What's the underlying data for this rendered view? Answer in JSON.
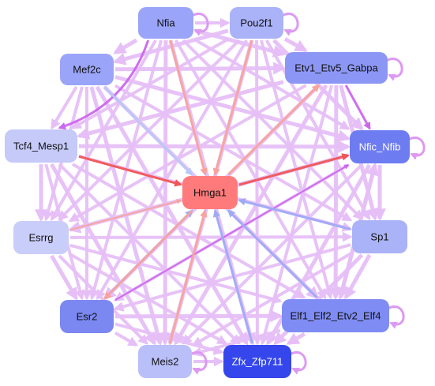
{
  "nodes": [
    {
      "id": "nfia",
      "label": "Nfia",
      "fill": "#9aa4f8",
      "text": "#111111"
    },
    {
      "id": "pou2f1",
      "label": "Pou2f1",
      "fill": "#aab2f8",
      "text": "#111111"
    },
    {
      "id": "mef2c",
      "label": "Mef2c",
      "fill": "#9aa4f8",
      "text": "#111111"
    },
    {
      "id": "etv",
      "label": "Etv1_Etv5_Gabpa",
      "fill": "#8c97f5",
      "text": "#111111"
    },
    {
      "id": "tcf4",
      "label": "Tcf4_Mesp1",
      "fill": "#c5caf9",
      "text": "#111111"
    },
    {
      "id": "nfic",
      "label": "Nfic_Nfib",
      "fill": "#6e7cf2",
      "text": "#ffffff"
    },
    {
      "id": "hmga1",
      "label": "Hmga1",
      "fill": "#ff7b7b",
      "text": "#111111"
    },
    {
      "id": "esrrg",
      "label": "Esrrg",
      "fill": "#c9cdf9",
      "text": "#111111"
    },
    {
      "id": "sp1",
      "label": "Sp1",
      "fill": "#aab2f8",
      "text": "#111111"
    },
    {
      "id": "esr2",
      "label": "Esr2",
      "fill": "#7b88f2",
      "text": "#111111"
    },
    {
      "id": "elf",
      "label": "Elf1_Elf2_Etv2_Elf4",
      "fill": "#7f8cf3",
      "text": "#111111"
    },
    {
      "id": "meis2",
      "label": "Meis2",
      "fill": "#b9bff8",
      "text": "#111111"
    },
    {
      "id": "zfx",
      "label": "Zfx_Zfp711",
      "fill": "#3547ec",
      "text": "#ffffff"
    }
  ],
  "colors": {
    "edge_default": "#e6bff7",
    "edge_strong": "#cc66ee",
    "edge_red": "#f05555",
    "edge_salmon": "#f7a39c",
    "edge_blue": "#9eaaf5",
    "edge_lightblue": "#b7c8f5",
    "self_loop": "#dd99f2"
  },
  "edges": [
    {
      "from": "tcf4",
      "to": "hmga1",
      "color": "edge_red",
      "width": 3
    },
    {
      "from": "hmga1",
      "to": "nfic",
      "color": "edge_red",
      "width": 3
    },
    {
      "from": "nfia",
      "to": "hmga1",
      "color": "edge_salmon",
      "width": 3
    },
    {
      "from": "pou2f1",
      "to": "hmga1",
      "color": "edge_salmon",
      "width": 3
    },
    {
      "from": "meis2",
      "to": "hmga1",
      "color": "edge_salmon",
      "width": 3
    },
    {
      "from": "esrrg",
      "to": "hmga1",
      "color": "edge_salmon",
      "width": 2
    },
    {
      "from": "hmga1",
      "to": "etv",
      "color": "edge_salmon",
      "width": 3
    },
    {
      "from": "hmga1",
      "to": "esr2",
      "color": "edge_salmon",
      "width": 3
    },
    {
      "from": "mef2c",
      "to": "hmga1",
      "color": "edge_lightblue",
      "width": 3
    },
    {
      "from": "sp1",
      "to": "hmga1",
      "color": "edge_blue",
      "width": 3
    },
    {
      "from": "zfx",
      "to": "hmga1",
      "color": "edge_blue",
      "width": 3
    },
    {
      "from": "elf",
      "to": "hmga1",
      "color": "edge_blue",
      "width": 3
    },
    {
      "from": "esr2",
      "to": "hmga1",
      "color": "edge_blue",
      "width": 3
    },
    {
      "from": "nfia",
      "to": "tcf4",
      "color": "edge_strong",
      "width": 3,
      "curve": -0.25
    },
    {
      "from": "nfia",
      "to": "mef2c",
      "color": "edge_default",
      "width": 5
    },
    {
      "from": "nfia",
      "to": "pou2f1",
      "color": "edge_default",
      "width": 4
    },
    {
      "from": "nfia",
      "to": "etv",
      "color": "edge_default",
      "width": 5
    },
    {
      "from": "nfia",
      "to": "nfic",
      "color": "edge_default",
      "width": 4
    },
    {
      "from": "nfia",
      "to": "sp1",
      "color": "edge_default",
      "width": 4
    },
    {
      "from": "nfia",
      "to": "elf",
      "color": "edge_default",
      "width": 4
    },
    {
      "from": "nfia",
      "to": "zfx",
      "color": "edge_default",
      "width": 5
    },
    {
      "from": "nfia",
      "to": "meis2",
      "color": "edge_default",
      "width": 5
    },
    {
      "from": "nfia",
      "to": "esr2",
      "color": "edge_default",
      "width": 4
    },
    {
      "from": "nfia",
      "to": "esrrg",
      "color": "edge_default",
      "width": 4
    },
    {
      "from": "pou2f1",
      "to": "mef2c",
      "color": "edge_default",
      "width": 5
    },
    {
      "from": "pou2f1",
      "to": "etv",
      "color": "edge_default",
      "width": 5
    },
    {
      "from": "pou2f1",
      "to": "nfic",
      "color": "edge_default",
      "width": 5
    },
    {
      "from": "pou2f1",
      "to": "tcf4",
      "color": "edge_default",
      "width": 4
    },
    {
      "from": "pou2f1",
      "to": "esrrg",
      "color": "edge_default",
      "width": 4
    },
    {
      "from": "pou2f1",
      "to": "esr2",
      "color": "edge_default",
      "width": 4
    },
    {
      "from": "pou2f1",
      "to": "meis2",
      "color": "edge_default",
      "width": 5
    },
    {
      "from": "pou2f1",
      "to": "zfx",
      "color": "edge_default",
      "width": 4
    },
    {
      "from": "pou2f1",
      "to": "elf",
      "color": "edge_default",
      "width": 4
    },
    {
      "from": "pou2f1",
      "to": "sp1",
      "color": "edge_default",
      "width": 4
    },
    {
      "from": "mef2c",
      "to": "tcf4",
      "color": "edge_default",
      "width": 4
    },
    {
      "from": "mef2c",
      "to": "etv",
      "color": "edge_default",
      "width": 5
    },
    {
      "from": "mef2c",
      "to": "nfic",
      "color": "edge_default",
      "width": 5
    },
    {
      "from": "mef2c",
      "to": "sp1",
      "color": "edge_default",
      "width": 4
    },
    {
      "from": "mef2c",
      "to": "elf",
      "color": "edge_default",
      "width": 5
    },
    {
      "from": "mef2c",
      "to": "zfx",
      "color": "edge_default",
      "width": 5
    },
    {
      "from": "mef2c",
      "to": "meis2",
      "color": "edge_default",
      "width": 5
    },
    {
      "from": "mef2c",
      "to": "esr2",
      "color": "edge_default",
      "width": 4
    },
    {
      "from": "mef2c",
      "to": "esrrg",
      "color": "edge_default",
      "width": 4
    },
    {
      "from": "etv",
      "to": "nfic",
      "color": "edge_strong",
      "width": 3
    },
    {
      "from": "etv",
      "to": "tcf4",
      "color": "edge_default",
      "width": 5
    },
    {
      "from": "etv",
      "to": "sp1",
      "color": "edge_default",
      "width": 5
    },
    {
      "from": "etv",
      "to": "elf",
      "color": "edge_default",
      "width": 5
    },
    {
      "from": "etv",
      "to": "zfx",
      "color": "edge_default",
      "width": 4
    },
    {
      "from": "etv",
      "to": "meis2",
      "color": "edge_default",
      "width": 5
    },
    {
      "from": "etv",
      "to": "esr2",
      "color": "edge_default",
      "width": 5
    },
    {
      "from": "etv",
      "to": "esrrg",
      "color": "edge_default",
      "width": 4
    },
    {
      "from": "tcf4",
      "to": "nfic",
      "color": "edge_default",
      "width": 5
    },
    {
      "from": "tcf4",
      "to": "sp1",
      "color": "edge_default",
      "width": 4
    },
    {
      "from": "tcf4",
      "to": "esrrg",
      "color": "edge_default",
      "width": 5
    },
    {
      "from": "tcf4",
      "to": "esr2",
      "color": "edge_default",
      "width": 4
    },
    {
      "from": "tcf4",
      "to": "meis2",
      "color": "edge_default",
      "width": 5
    },
    {
      "from": "tcf4",
      "to": "zfx",
      "color": "edge_default",
      "width": 4
    },
    {
      "from": "tcf4",
      "to": "elf",
      "color": "edge_default",
      "width": 4
    },
    {
      "from": "nfic",
      "to": "sp1",
      "color": "edge_default",
      "width": 5
    },
    {
      "from": "nfic",
      "to": "elf",
      "color": "edge_default",
      "width": 5
    },
    {
      "from": "nfic",
      "to": "zfx",
      "color": "edge_default",
      "width": 5
    },
    {
      "from": "nfic",
      "to": "meis2",
      "color": "edge_default",
      "width": 4
    },
    {
      "from": "nfic",
      "to": "esr2",
      "color": "edge_default",
      "width": 4
    },
    {
      "from": "nfic",
      "to": "esrrg",
      "color": "edge_default",
      "width": 5
    },
    {
      "from": "esr2",
      "to": "nfic",
      "color": "edge_strong",
      "width": 2
    },
    {
      "from": "esrrg",
      "to": "sp1",
      "color": "edge_default",
      "width": 4
    },
    {
      "from": "esrrg",
      "to": "esr2",
      "color": "edge_default",
      "width": 5
    },
    {
      "from": "esrrg",
      "to": "meis2",
      "color": "edge_default",
      "width": 4
    },
    {
      "from": "esrrg",
      "to": "elf",
      "color": "edge_default",
      "width": 4
    },
    {
      "from": "esrrg",
      "to": "zfx",
      "color": "edge_default",
      "width": 4
    },
    {
      "from": "sp1",
      "to": "elf",
      "color": "edge_default",
      "width": 5
    },
    {
      "from": "sp1",
      "to": "zfx",
      "color": "edge_default",
      "width": 5
    },
    {
      "from": "sp1",
      "to": "meis2",
      "color": "edge_default",
      "width": 4
    },
    {
      "from": "sp1",
      "to": "esr2",
      "color": "edge_default",
      "width": 4
    },
    {
      "from": "esr2",
      "to": "meis2",
      "color": "edge_default",
      "width": 4
    },
    {
      "from": "esr2",
      "to": "zfx",
      "color": "edge_default",
      "width": 4
    },
    {
      "from": "esr2",
      "to": "elf",
      "color": "edge_default",
      "width": 5
    },
    {
      "from": "elf",
      "to": "zfx",
      "color": "edge_default",
      "width": 5
    },
    {
      "from": "elf",
      "to": "meis2",
      "color": "edge_default",
      "width": 4
    },
    {
      "from": "meis2",
      "to": "zfx",
      "color": "edge_default",
      "width": 4
    },
    {
      "from": "elf",
      "to": "nfic",
      "color": "edge_default",
      "width": 5
    }
  ],
  "self_loops": [
    "nfia",
    "pou2f1",
    "etv",
    "nfic",
    "elf",
    "zfx",
    "meis2"
  ]
}
